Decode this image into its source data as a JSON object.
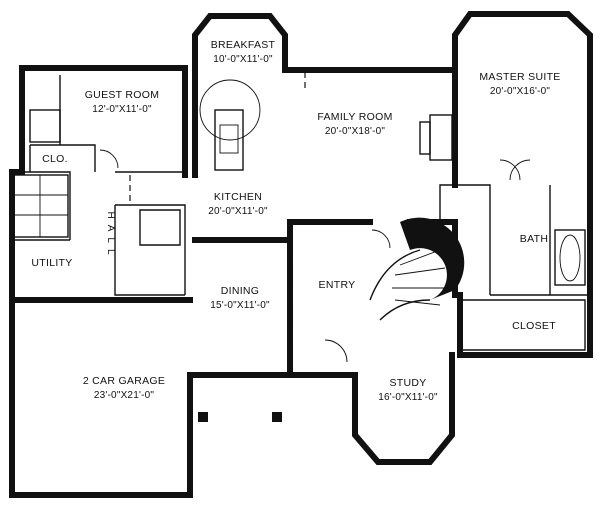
{
  "rooms": {
    "breakfast": {
      "name": "BREAKFAST",
      "size": "10'-0\"X11'-0\""
    },
    "guest_room": {
      "name": "GUEST ROOM",
      "size": "12'-0\"X11'-0\""
    },
    "family_room": {
      "name": "FAMILY ROOM",
      "size": "20'-0\"X18'-0\""
    },
    "master_suite": {
      "name": "MASTER SUITE",
      "size": "20'-0\"X16'-0\""
    },
    "closet_small": {
      "name": "CLO."
    },
    "kitchen": {
      "name": "KITCHEN",
      "size": "20'-0\"X11'-0\""
    },
    "bath": {
      "name": "BATH"
    },
    "utility": {
      "name": "UTILITY"
    },
    "hall": {
      "name": "HALL"
    },
    "entry": {
      "name": "ENTRY"
    },
    "dining": {
      "name": "DINING",
      "size": "15'-0\"X11'-0\""
    },
    "closet": {
      "name": "CLOSET"
    },
    "garage": {
      "name": "2 CAR GARAGE",
      "size": "23'-0\"X21'-0\""
    },
    "study": {
      "name": "STUDY",
      "size": "16'-0\"X11'-0\""
    }
  }
}
